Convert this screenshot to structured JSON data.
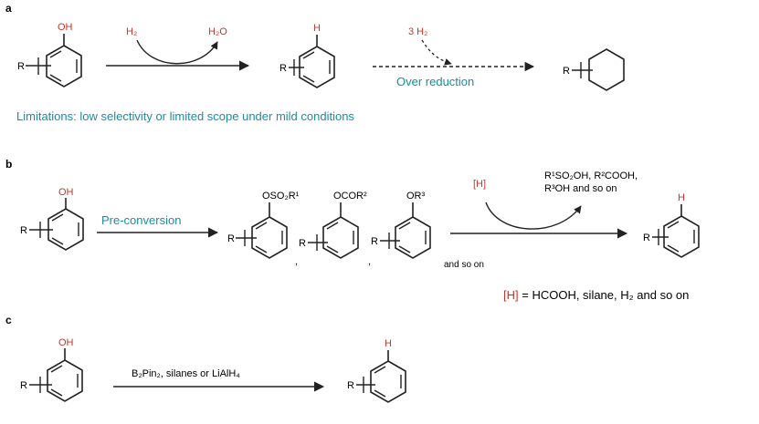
{
  "colors": {
    "ink": "#222222",
    "red": "#c0392b",
    "teal": "#1b8ca3"
  },
  "panel_a": {
    "letter": "a",
    "oh": "OH",
    "r_left": "R",
    "h2": "H₂",
    "h2o": "H₂O",
    "h_product": "H",
    "r_product": "R",
    "three_h2": "3 H₂",
    "over_reduction": "Over reduction",
    "r_cyclohexane": "R",
    "limitations": "Limitations: low selectivity or limited scope under mild conditions"
  },
  "panel_b": {
    "letter": "b",
    "oh": "OH",
    "r_phenol": "R",
    "preconversion": "Pre-conversion",
    "oso2r1": "OSO₂R¹",
    "ocor2": "OCOR²",
    "or3": "OR³",
    "r_1": "R",
    "r_2": "R",
    "r_3": "R",
    "comma_1": ",",
    "comma_2": ",",
    "and_so_on": "and so on",
    "h_reagent": "[H]",
    "byproducts_line1": "R¹SO₂OH, R²COOH,",
    "byproducts_line2": "R³OH and so on",
    "h_product": "H",
    "r_product": "R",
    "h_def_bracket": "[H]",
    "h_def_rest": " = HCOOH, silane, H₂ and so on"
  },
  "panel_c": {
    "letter": "c",
    "oh": "OH",
    "r_phenol": "R",
    "reagents": "B₂Pin₂, silanes or LiAlH₄",
    "h_product": "H",
    "r_product": "R"
  }
}
